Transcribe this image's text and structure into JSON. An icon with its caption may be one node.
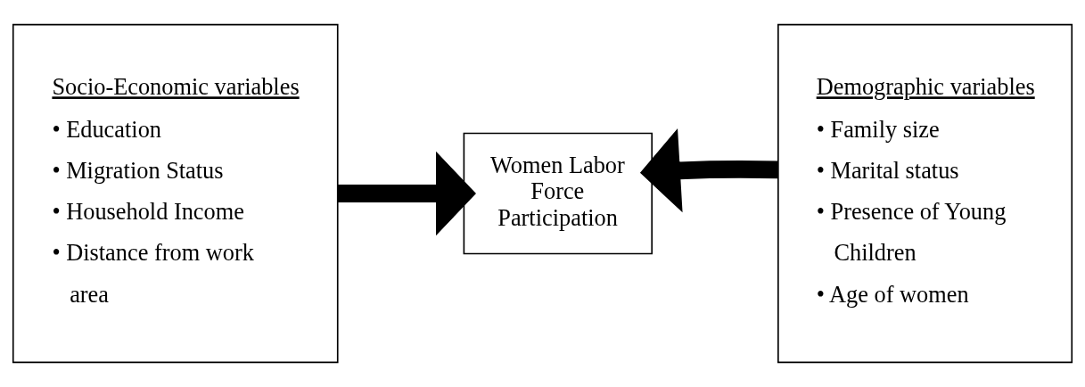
{
  "diagram": {
    "nodes": [
      {
        "text": [
          "Socio-Economic variables",
          "• Education",
          "• Migration Status",
          "• Household Income",
          "• Distance from work area"
        ]
      },
      {
        "text": [
          "Women Labor Force Participation"
        ]
      },
      {
        "text": [
          "Demographic variables",
          "• Family size",
          "• Marital status",
          "• Presence of Young Children",
          "• Age of women"
        ]
      }
    ],
    "edges": [
      {
        "from": 0,
        "to": 1,
        "arrow": "to"
      },
      {
        "from": 2,
        "to": 1,
        "arrow": "to"
      }
    ]
  }
}
